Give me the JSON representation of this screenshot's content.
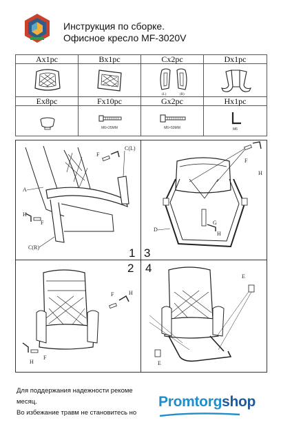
{
  "header": {
    "title_line1": "Инструкция по сборке.",
    "title_line2": "Офисное кресло MF-3020V"
  },
  "parts": [
    {
      "label": "Ax1pc",
      "icon": "seat-cushion-icon"
    },
    {
      "label": "Bx1pc",
      "icon": "backrest-icon"
    },
    {
      "label": "Cx2pc",
      "icon": "armrest-pair-icon",
      "sub": [
        "(L)",
        "(R)"
      ]
    },
    {
      "label": "Dx1pc",
      "icon": "sled-base-icon"
    },
    {
      "label": "Ex8pc",
      "icon": "cap-icon"
    },
    {
      "label": "Fx10pc",
      "icon": "screw-icon",
      "spec": "M6×25MM"
    },
    {
      "label": "Gx2pc",
      "icon": "bolt-icon",
      "spec": "M6×50MM"
    },
    {
      "label": "Hx1pc",
      "icon": "hex-key-icon",
      "spec": "M6"
    }
  ],
  "steps": {
    "s1": "1",
    "s2": "2",
    "s3": "3",
    "s4": "4"
  },
  "callouts": {
    "A": "A",
    "C_L": "C(L)",
    "C_R": "C(R)",
    "F": "F",
    "H": "H",
    "G": "G",
    "D": "D",
    "E": "E"
  },
  "footer": {
    "line1": "Для поддержания надежности рекоме",
    "line2": "месяц.",
    "line3": "Во избежание травм не становитесь но"
  },
  "brand": {
    "part1": "Promtorg",
    "part2": "shop"
  }
}
